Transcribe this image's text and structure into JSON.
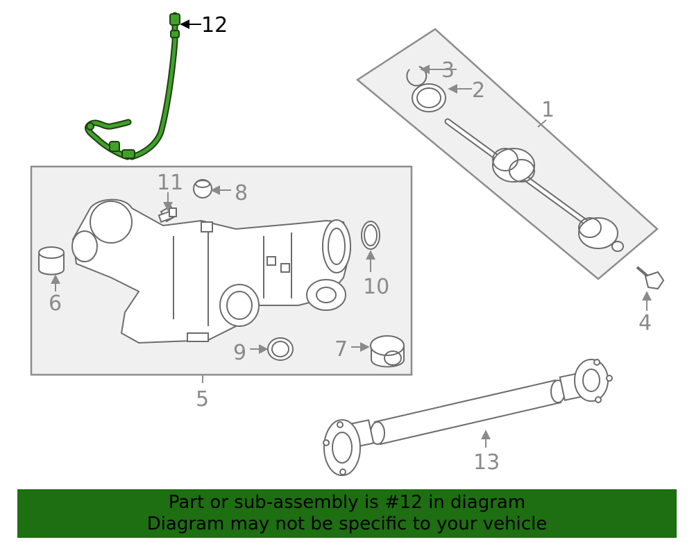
{
  "callouts": {
    "c1": "1",
    "c2": "2",
    "c3": "3",
    "c4": "4",
    "c5": "5",
    "c6": "6",
    "c7": "7",
    "c8": "8",
    "c9": "9",
    "c10": "10",
    "c11": "11",
    "c12": "12",
    "c13": "13"
  },
  "highlight_color": "#2e7d1a",
  "banner": {
    "line1": "Part or sub-assembly is #12 in diagram",
    "line2": "Diagram may not be specific to your vehicle",
    "background": "#1e6e12"
  }
}
